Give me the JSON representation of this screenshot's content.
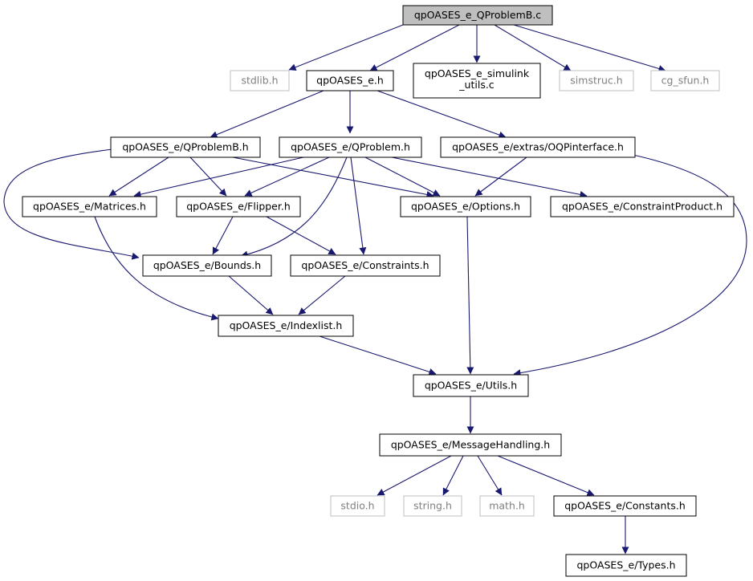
{
  "colors": {
    "edge": "#191970",
    "node_border": "#000000",
    "external_border": "#bfbfbf",
    "external_text": "#7f7f7f",
    "text": "#000000",
    "root_fill": "#bfbfbf",
    "node_fill": "#ffffff"
  },
  "nodes": {
    "root": {
      "label": "qpOASES_e_QProblemB.c",
      "kind": "root"
    },
    "stdlib": {
      "label": "stdlib.h",
      "kind": "external"
    },
    "qpoases_e_h": {
      "label": "qpOASES_e.h",
      "kind": "normal"
    },
    "simulink_utils": {
      "label": "qpOASES_e_simulink\n_utils.c",
      "kind": "normal"
    },
    "simstruc": {
      "label": "simstruc.h",
      "kind": "external"
    },
    "cg_sfun": {
      "label": "cg_sfun.h",
      "kind": "external"
    },
    "qproblemb_h": {
      "label": "qpOASES_e/QProblemB.h",
      "kind": "normal"
    },
    "qproblem_h": {
      "label": "qpOASES_e/QProblem.h",
      "kind": "normal"
    },
    "oqpinterface_h": {
      "label": "qpOASES_e/extras/OQPinterface.h",
      "kind": "normal"
    },
    "matrices_h": {
      "label": "qpOASES_e/Matrices.h",
      "kind": "normal"
    },
    "flipper_h": {
      "label": "qpOASES_e/Flipper.h",
      "kind": "normal"
    },
    "options_h": {
      "label": "qpOASES_e/Options.h",
      "kind": "normal"
    },
    "constraintproduct_h": {
      "label": "qpOASES_e/ConstraintProduct.h",
      "kind": "normal"
    },
    "bounds_h": {
      "label": "qpOASES_e/Bounds.h",
      "kind": "normal"
    },
    "constraints_h": {
      "label": "qpOASES_e/Constraints.h",
      "kind": "normal"
    },
    "indexlist_h": {
      "label": "qpOASES_e/Indexlist.h",
      "kind": "normal"
    },
    "utils_h": {
      "label": "qpOASES_e/Utils.h",
      "kind": "normal"
    },
    "messagehandling_h": {
      "label": "qpOASES_e/MessageHandling.h",
      "kind": "normal"
    },
    "stdio": {
      "label": "stdio.h",
      "kind": "external"
    },
    "string": {
      "label": "string.h",
      "kind": "external"
    },
    "math": {
      "label": "math.h",
      "kind": "external"
    },
    "constants_h": {
      "label": "qpOASES_e/Constants.h",
      "kind": "normal"
    },
    "types_h": {
      "label": "qpOASES_e/Types.h",
      "kind": "normal"
    }
  },
  "edges": [
    [
      "root",
      "stdlib"
    ],
    [
      "root",
      "qpoases_e_h"
    ],
    [
      "root",
      "simulink_utils"
    ],
    [
      "root",
      "simstruc"
    ],
    [
      "root",
      "cg_sfun"
    ],
    [
      "qpoases_e_h",
      "qproblemb_h"
    ],
    [
      "qpoases_e_h",
      "qproblem_h"
    ],
    [
      "qpoases_e_h",
      "oqpinterface_h"
    ],
    [
      "qproblemb_h",
      "matrices_h"
    ],
    [
      "qproblemb_h",
      "flipper_h"
    ],
    [
      "qproblemb_h",
      "options_h"
    ],
    [
      "qproblemb_h",
      "bounds_h"
    ],
    [
      "qproblem_h",
      "matrices_h"
    ],
    [
      "qproblem_h",
      "flipper_h"
    ],
    [
      "qproblem_h",
      "options_h"
    ],
    [
      "qproblem_h",
      "constraintproduct_h"
    ],
    [
      "qproblem_h",
      "bounds_h"
    ],
    [
      "qproblem_h",
      "constraints_h"
    ],
    [
      "oqpinterface_h",
      "options_h"
    ],
    [
      "oqpinterface_h",
      "utils_h"
    ],
    [
      "matrices_h",
      "indexlist_h"
    ],
    [
      "flipper_h",
      "bounds_h"
    ],
    [
      "flipper_h",
      "constraints_h"
    ],
    [
      "bounds_h",
      "indexlist_h"
    ],
    [
      "constraints_h",
      "indexlist_h"
    ],
    [
      "options_h",
      "utils_h"
    ],
    [
      "indexlist_h",
      "utils_h"
    ],
    [
      "utils_h",
      "messagehandling_h"
    ],
    [
      "messagehandling_h",
      "stdio"
    ],
    [
      "messagehandling_h",
      "string"
    ],
    [
      "messagehandling_h",
      "math"
    ],
    [
      "messagehandling_h",
      "constants_h"
    ],
    [
      "constants_h",
      "types_h"
    ]
  ]
}
